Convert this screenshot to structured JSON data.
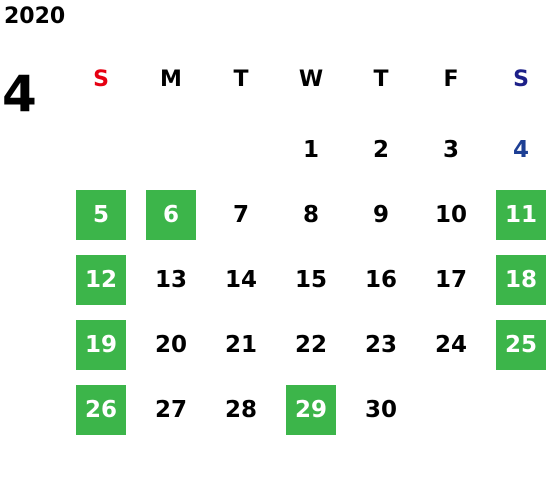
{
  "calendar": {
    "year": "2020",
    "month": "4",
    "weekdays": [
      {
        "label": "S",
        "color": "#e60012"
      },
      {
        "label": "M",
        "color": "#000000"
      },
      {
        "label": "T",
        "color": "#000000"
      },
      {
        "label": "W",
        "color": "#000000"
      },
      {
        "label": "T",
        "color": "#000000"
      },
      {
        "label": "F",
        "color": "#000000"
      },
      {
        "label": "S",
        "color": "#1d2088"
      }
    ],
    "weeks": [
      [
        null,
        null,
        null,
        {
          "day": "1"
        },
        {
          "day": "2"
        },
        {
          "day": "3"
        },
        {
          "day": "4",
          "color": "#1d3f94"
        }
      ],
      [
        {
          "day": "5",
          "highlight": true
        },
        {
          "day": "6",
          "highlight": true
        },
        {
          "day": "7"
        },
        {
          "day": "8"
        },
        {
          "day": "9"
        },
        {
          "day": "10"
        },
        {
          "day": "11",
          "highlight": true
        }
      ],
      [
        {
          "day": "12",
          "highlight": true
        },
        {
          "day": "13"
        },
        {
          "day": "14"
        },
        {
          "day": "15"
        },
        {
          "day": "16"
        },
        {
          "day": "17"
        },
        {
          "day": "18",
          "highlight": true
        }
      ],
      [
        {
          "day": "19",
          "highlight": true
        },
        {
          "day": "20"
        },
        {
          "day": "21"
        },
        {
          "day": "22"
        },
        {
          "day": "23"
        },
        {
          "day": "24"
        },
        {
          "day": "25",
          "highlight": true
        }
      ],
      [
        {
          "day": "26",
          "highlight": true
        },
        {
          "day": "27"
        },
        {
          "day": "28"
        },
        {
          "day": "29",
          "highlight": true
        },
        {
          "day": "30"
        },
        null,
        null
      ]
    ],
    "highlight_color": "#3cb54a"
  }
}
